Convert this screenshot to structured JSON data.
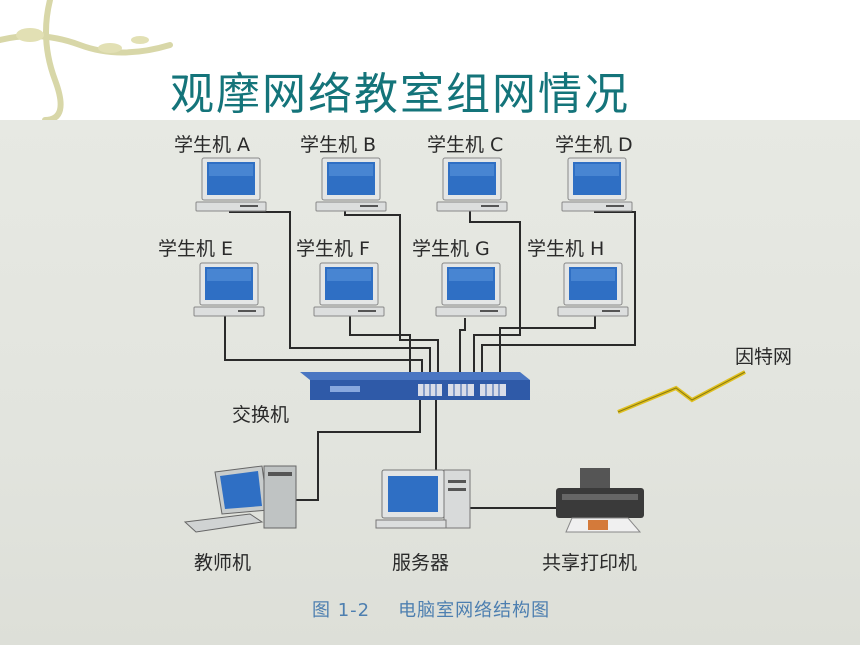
{
  "title": "观摩网络教室组网情况",
  "students": {
    "a": "学生机 A",
    "b": "学生机 B",
    "c": "学生机 C",
    "d": "学生机 D",
    "e": "学生机 E",
    "f": "学生机 F",
    "g": "学生机 G",
    "h": "学生机 H"
  },
  "internet_label": "因特网",
  "switch_label": "交换机",
  "teacher_label": "教师机",
  "server_label": "服务器",
  "printer_label": "共享打印机",
  "caption": {
    "number": "图 1-2",
    "text": "电脑室网络结构图"
  },
  "colors": {
    "title": "#14747a",
    "caption": "#4d7fb0",
    "switch": "#2f5aa8",
    "lightning": "#e0c020"
  }
}
